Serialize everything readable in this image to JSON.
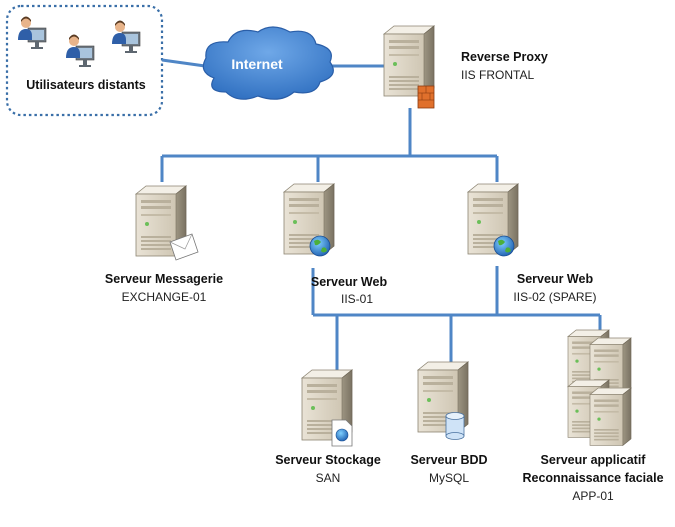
{
  "remote_users": {
    "label": "Utilisateurs distants"
  },
  "internet": {
    "label": "Internet"
  },
  "reverse_proxy": {
    "name": "Reverse Proxy",
    "host": "IIS FRONTAL"
  },
  "mail_server": {
    "name": "Serveur Messagerie",
    "host": "EXCHANGE-01"
  },
  "web_server_1": {
    "name": "Serveur Web",
    "host": "IIS-01"
  },
  "web_server_2": {
    "name": "Serveur Web",
    "host": "IIS-02 (SPARE)"
  },
  "storage_server": {
    "name": "Serveur Stockage",
    "host": "SAN"
  },
  "db_server": {
    "name": "Serveur BDD",
    "host": "MySQL"
  },
  "app_server": {
    "name": "Serveur applicatif",
    "name2": "Reconnaissance faciale",
    "host": "APP-01"
  },
  "colors": {
    "link": "#4f86c6",
    "cloud": "#3f7fd0",
    "user_box_border": "#3a6fa8"
  }
}
